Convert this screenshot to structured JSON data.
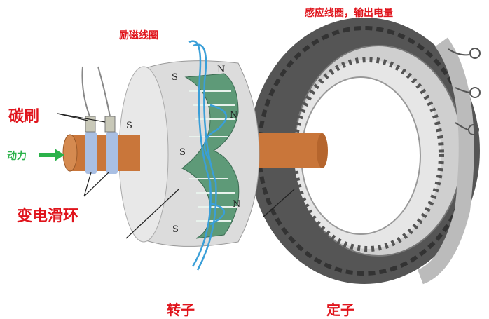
{
  "labels": {
    "excitation_coil": "励磁线圈",
    "induction_coil": "感应线圈，输出电量",
    "carbon_brush": "碳刷",
    "power": "动力",
    "slip_ring": "变电滑环",
    "rotor": "转子",
    "stator": "定子"
  },
  "poles": [
    "S",
    "N",
    "S",
    "N",
    "S",
    "N",
    "S"
  ],
  "colors": {
    "label_red": "#e0141c",
    "label_green": "#2bb24a",
    "shaft": "#c9763a",
    "slip_ring": "#a9bfe3",
    "coil_green": "#5e9a78",
    "field_lines": "#3a9fd8",
    "stator_winding": "#4a4a4a"
  }
}
